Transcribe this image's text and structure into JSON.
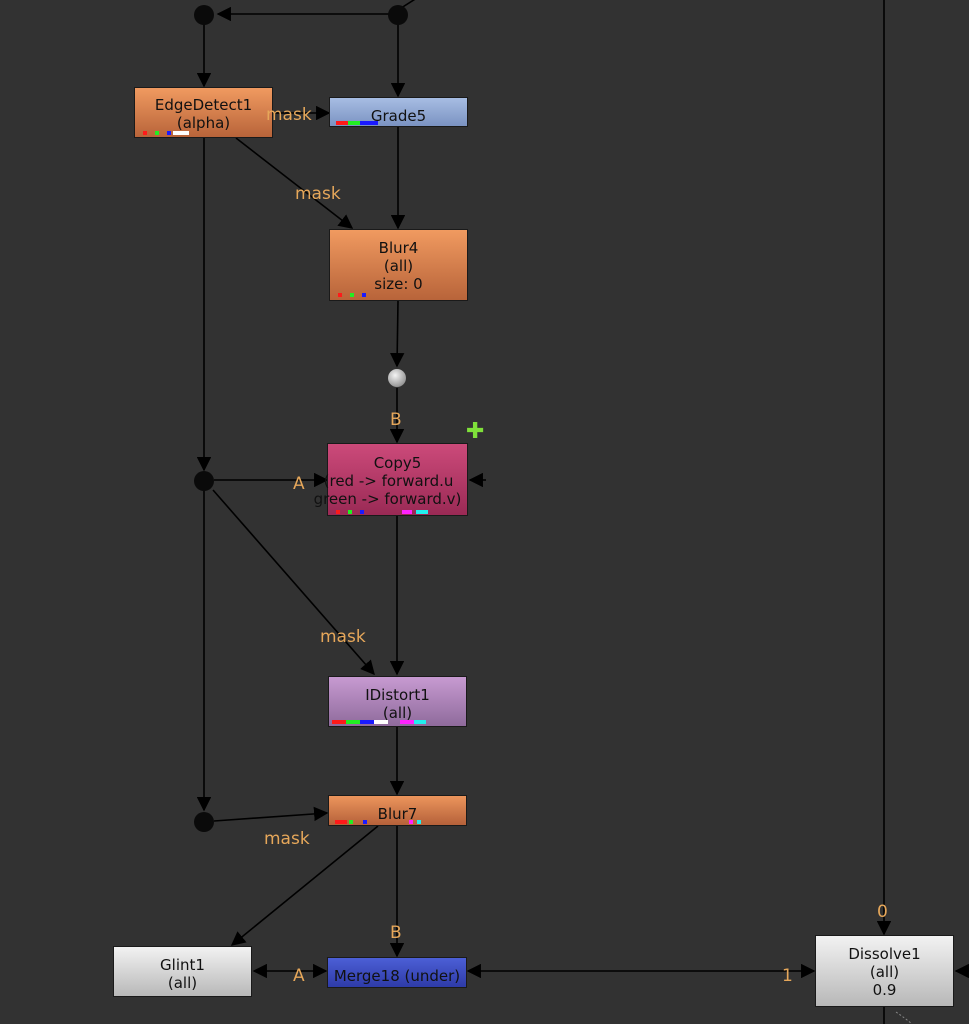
{
  "nodes": {
    "edgedetect": {
      "label": "EdgeDetect1",
      "sub": "(alpha)"
    },
    "grade": {
      "label": "Grade5"
    },
    "blur4": {
      "label": "Blur4",
      "sub": "(all)",
      "extra": "size:  0"
    },
    "copy": {
      "label": "Copy5",
      "sub": "(red -> forward.u",
      "extra": "green -> forward.v)"
    },
    "idistort": {
      "label": "IDistort1",
      "sub": "(all)"
    },
    "blur7": {
      "label": "Blur7"
    },
    "glint": {
      "label": "Glint1",
      "sub": "(all)"
    },
    "merge": {
      "label": "Merge18 (under)"
    },
    "dissolve": {
      "label": "Dissolve1",
      "sub": "(all)",
      "extra": "0.9"
    }
  },
  "pins": {
    "mask": "mask",
    "a": "A",
    "b": "B",
    "zero": "0",
    "one": "1"
  },
  "colors": {
    "background": "#323232",
    "pipe": "#000000",
    "pin_label": "#e6a75a",
    "move_icon": "#7fe03a"
  },
  "icons": {
    "move": "move-arrows-icon"
  }
}
